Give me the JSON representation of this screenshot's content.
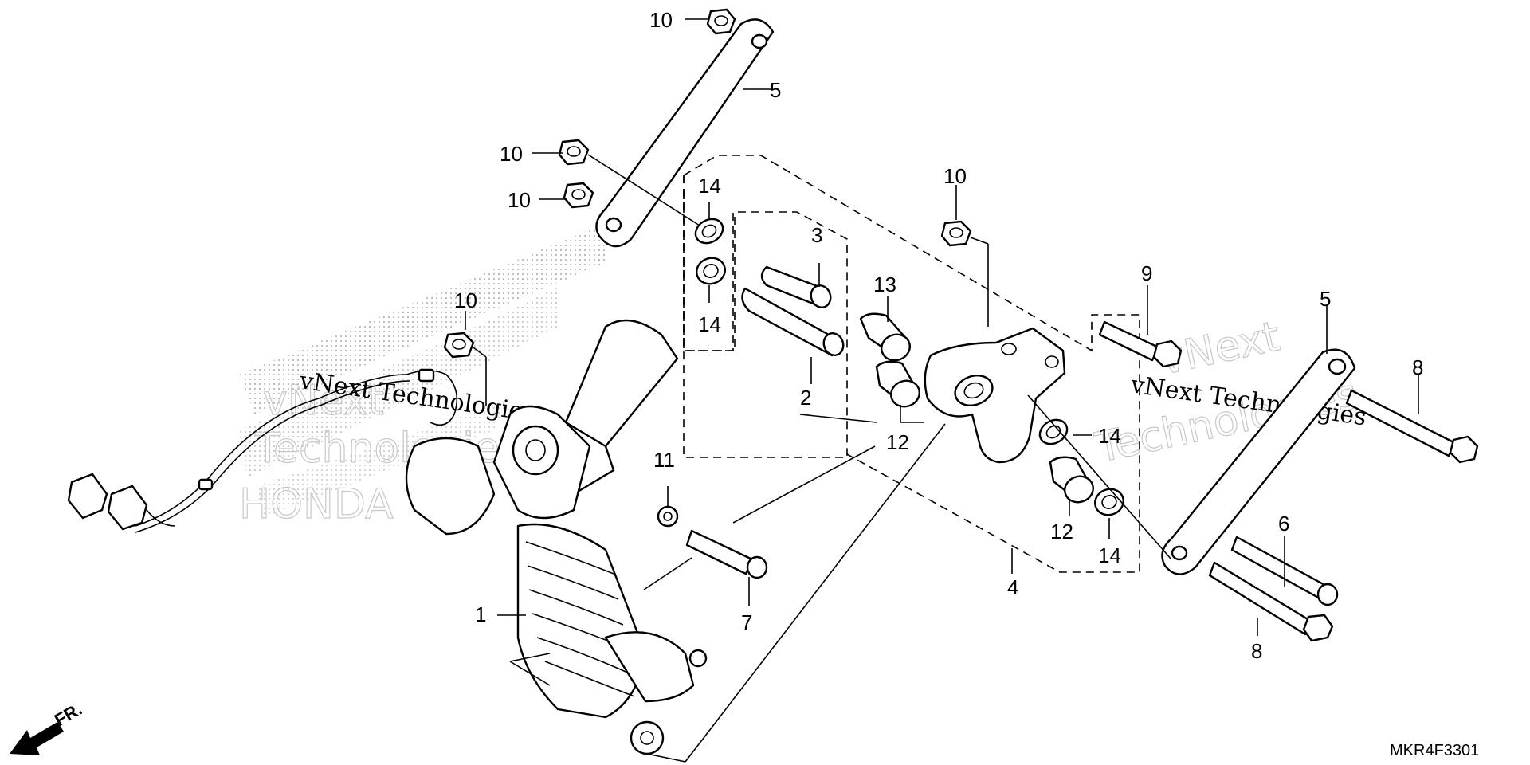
{
  "diagram": {
    "callouts": {
      "c1": "1",
      "c2": "2",
      "c3": "3",
      "c4": "4",
      "c5a": "5",
      "c5b": "5",
      "c6": "6",
      "c7": "7",
      "c8a": "8",
      "c8b": "8",
      "c9": "9",
      "c10a": "10",
      "c10b": "10",
      "c10c": "10",
      "c10d": "10",
      "c10e": "10",
      "c11": "11",
      "c12a": "12",
      "c12b": "12",
      "c13": "13",
      "c14a": "14",
      "c14b": "14",
      "c14c": "14",
      "c14d": "14"
    },
    "front_label": "FR.",
    "diagram_code": "MKR4F3301",
    "watermark_text": "vNext Technologies",
    "watermark_large_1": "vNext",
    "watermark_large_2": "Technologies",
    "watermark_large_3": "HONDA",
    "colors": {
      "line": "#000000",
      "background": "#ffffff",
      "watermark": "#c8c8c8"
    }
  }
}
